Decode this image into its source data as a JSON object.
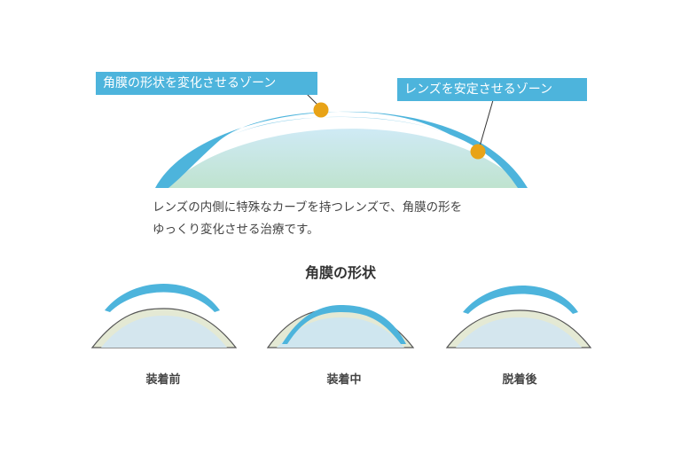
{
  "callouts": {
    "reshape_zone": "角膜の形状を変化させるゾーン",
    "stabilize_zone": "レンズを安定させるゾーン"
  },
  "description": {
    "line1": "レンズの内側に特殊なカーブを持つレンズで、角膜の形を",
    "line2": "ゆっくり変化させる治療です。"
  },
  "section_title": "角膜の形状",
  "stages": [
    {
      "label": "装着前"
    },
    {
      "label": "装着中"
    },
    {
      "label": "脱着後"
    }
  ],
  "colors": {
    "lens_blue": "#4db4dc",
    "lens_inner": "#bfe4f1",
    "cornea_green": "#c6e6d3",
    "marker": "#e8a317",
    "cornea_outline": "#555555",
    "cornea_fill": "#e4e9d4"
  }
}
